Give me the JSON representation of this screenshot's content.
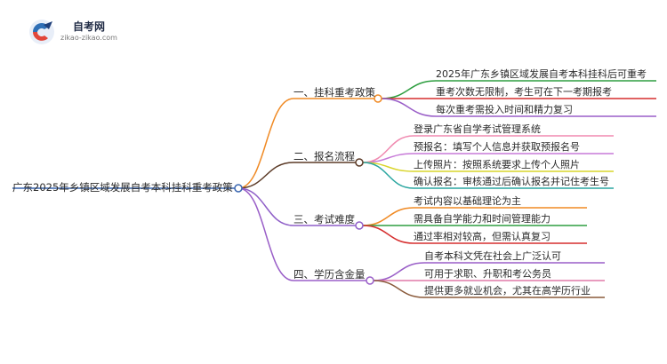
{
  "site": {
    "name": "自考网",
    "url": "zikao-zikao.com"
  },
  "root": {
    "label": "广东2025年乡镇区域发展自考本科挂科重考政策"
  },
  "branches": [
    {
      "label": "一、挂科重考政策",
      "color": "#f08a24",
      "leaves": [
        {
          "label": "2025年广东乡镇区域发展自考本科挂科后可重考",
          "color": "#2e9e40"
        },
        {
          "label": "重考次数无限制，考生可在下一考期报考",
          "color": "#d62f2f"
        },
        {
          "label": "每次重考需投入时间和精力复习",
          "color": "#9a5fc8"
        }
      ]
    },
    {
      "label": "二、报名流程",
      "color": "#5b3a26",
      "leaves": [
        {
          "label": "登录广东省自学考试管理系统",
          "color": "#f08ab0"
        },
        {
          "label": "预报名：填写个人信息并获取预报名号",
          "color": "#c77ad8"
        },
        {
          "label": "上传照片：按照系统要求上传个人照片",
          "color": "#d9d52b"
        },
        {
          "label": "确认报名：审核通过后确认报名并记住考生号",
          "color": "#2aa6a0"
        }
      ]
    },
    {
      "label": "三、考试难度",
      "color": "#8f5fc8",
      "leaves": [
        {
          "label": "考试内容以基础理论为主",
          "color": "#f08a24"
        },
        {
          "label": "需具备自学能力和时间管理能力",
          "color": "#2e9e40"
        },
        {
          "label": "通过率相对较高，但需认真复习",
          "color": "#d62f2f"
        }
      ]
    },
    {
      "label": "四、学历含金量",
      "color": "#9a5fc8",
      "leaves": [
        {
          "label": "自考本科文凭在社会上广泛认可",
          "color": "#9a5fc8"
        },
        {
          "label": "可用于求职、升职和考公务员",
          "color": "#e07aa8"
        },
        {
          "label": "提供更多就业机会，尤其在高学历行业",
          "color": "#8a5a3a"
        }
      ]
    }
  ]
}
